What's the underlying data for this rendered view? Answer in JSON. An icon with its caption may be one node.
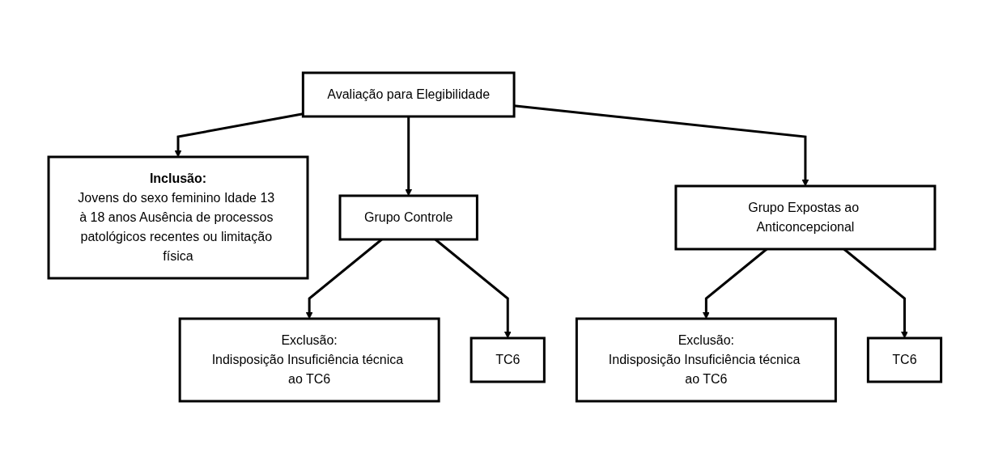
{
  "diagram": {
    "nodes": [
      {
        "text": [
          "Avaliação para Elegibilidade"
        ]
      },
      {
        "text": [
          "Inclusão:",
          "Jovens do sexo feminino Idade 13 à 18 anos Ausência de processos patológicos recentes ou limitação física"
        ]
      },
      {
        "text": [
          "Grupo Controle"
        ]
      },
      {
        "text": [
          "Grupo Expostas ao Anticoncepcional"
        ]
      },
      {
        "text": [
          "Exclusão:",
          "Indisposição Insuficiência técnica ao TC6"
        ]
      },
      {
        "text": [
          "TC6"
        ]
      },
      {
        "text": [
          "Exclusão:",
          "Indisposição Insuficiência técnica ao TC6"
        ]
      },
      {
        "text": [
          "TC6"
        ]
      }
    ],
    "edges": [
      {
        "from": 0,
        "to": 1,
        "arrow": "to"
      },
      {
        "from": 0,
        "to": 2,
        "arrow": "to"
      },
      {
        "from": 0,
        "to": 3,
        "arrow": "to"
      },
      {
        "from": 2,
        "to": 4,
        "arrow": "to"
      },
      {
        "from": 2,
        "to": 5,
        "arrow": "to"
      },
      {
        "from": 3,
        "to": 6,
        "arrow": "to"
      },
      {
        "from": 3,
        "to": 7,
        "arrow": "to"
      }
    ]
  }
}
